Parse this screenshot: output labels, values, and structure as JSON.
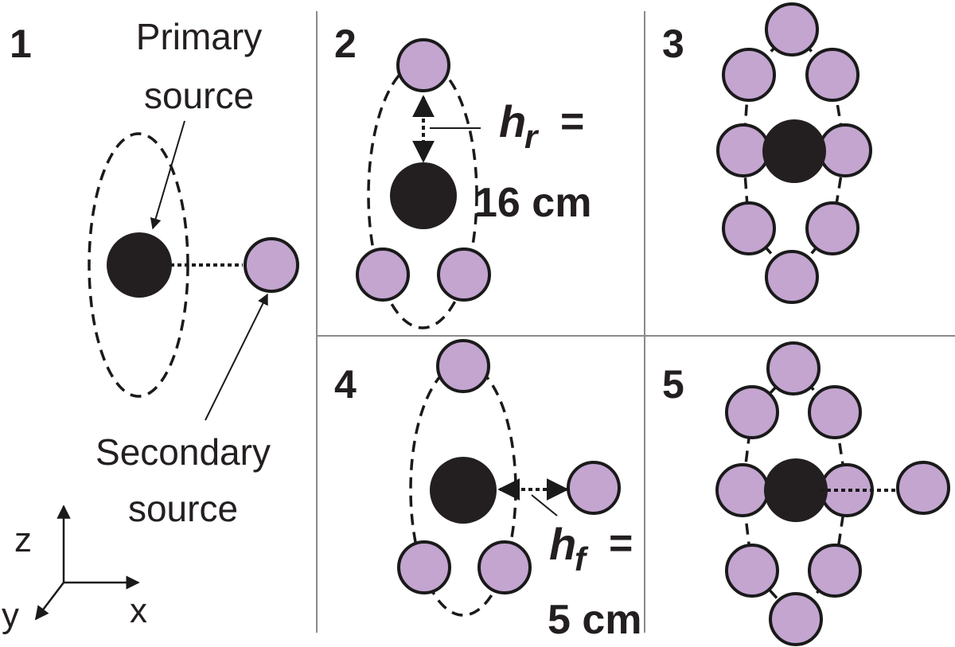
{
  "colors": {
    "primary_source": "#231f20",
    "secondary_source": "#c3a5d0",
    "outline": "#1a1a1a",
    "panel_divider": "#8a8a8a"
  },
  "panels": [
    {
      "number": "1"
    },
    {
      "number": "2"
    },
    {
      "number": "3"
    },
    {
      "number": "4"
    },
    {
      "number": "5"
    }
  ],
  "annotations": {
    "primary_label_line1": "Primary",
    "primary_label_line2": "source",
    "secondary_label_line1": "Secondary",
    "secondary_label_line2": "source",
    "hr_symbol": "h",
    "hr_subscript": "r",
    "hr_equals": "=",
    "hr_value": "16 cm",
    "hf_symbol": "h",
    "hf_subscript": "f",
    "hf_equals": "=",
    "hf_value": "5 cm"
  },
  "axes": {
    "z_label": "z",
    "x_label": "x",
    "y_label": "y"
  }
}
